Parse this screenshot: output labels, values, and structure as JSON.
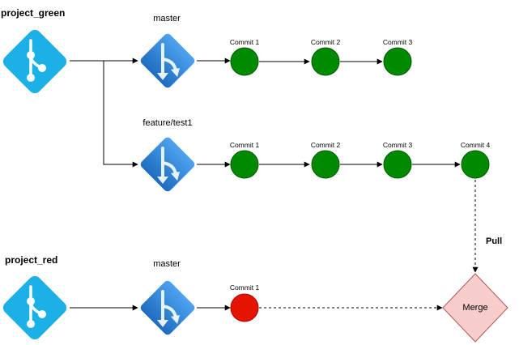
{
  "repos": {
    "green": {
      "title": "project_green",
      "icon": "git-logo-icon"
    },
    "red": {
      "title": "project_red",
      "icon": "git-logo-icon"
    }
  },
  "branches": {
    "green_master": {
      "title": "master",
      "icon": "git-branch-icon"
    },
    "green_feature": {
      "title": "feature/test1",
      "icon": "git-branch-icon"
    },
    "red_master": {
      "title": "master",
      "icon": "git-branch-icon"
    }
  },
  "commits": {
    "green_master": [
      "Commit 1",
      "Commit 2",
      "Commit 3"
    ],
    "green_feature": [
      "Commit 1",
      "Commit 2",
      "Commit 3",
      "Commit 4"
    ],
    "red_master": [
      "Commit 1"
    ]
  },
  "pull_label": "Pull",
  "merge_label": "Merge",
  "colors": {
    "git_logo": "#1bb1e7",
    "branch_icon": "#2f7fd4",
    "commit_green": "#008a00",
    "commit_green_stroke": "#005700",
    "commit_red": "#e51400",
    "commit_red_stroke": "#b20000",
    "merge_fill": "#f8cecc",
    "merge_stroke": "#b85450"
  }
}
